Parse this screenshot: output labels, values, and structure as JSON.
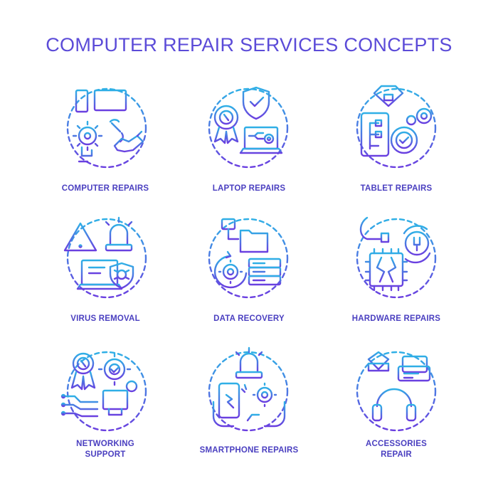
{
  "title": "COMPUTER REPAIR SERVICES CONCEPTS",
  "colors": {
    "gradient_top": "#2fb0e6",
    "gradient_bottom": "#6a3fe0",
    "text": "#4a3fc0"
  },
  "items": [
    {
      "label": "COMPUTER REPAIRS",
      "icon": "computer-repairs-icon"
    },
    {
      "label": "LAPTOP REPAIRS",
      "icon": "laptop-repairs-icon"
    },
    {
      "label": "TABLET REPAIRS",
      "icon": "tablet-repairs-icon"
    },
    {
      "label": "VIRUS REMOVAL",
      "icon": "virus-removal-icon"
    },
    {
      "label": "DATA RECOVERY",
      "icon": "data-recovery-icon"
    },
    {
      "label": "HARDWARE REPAIRS",
      "icon": "hardware-repairs-icon"
    },
    {
      "label_line1": "NETWORKING",
      "label_line2": "SUPPORT",
      "icon": "networking-support-icon"
    },
    {
      "label": "SMARTPHONE REPAIRS",
      "icon": "smartphone-repairs-icon"
    },
    {
      "label_line1": "ACCESSORIES",
      "label_line2": "REPAIR",
      "icon": "accessories-repair-icon"
    }
  ]
}
